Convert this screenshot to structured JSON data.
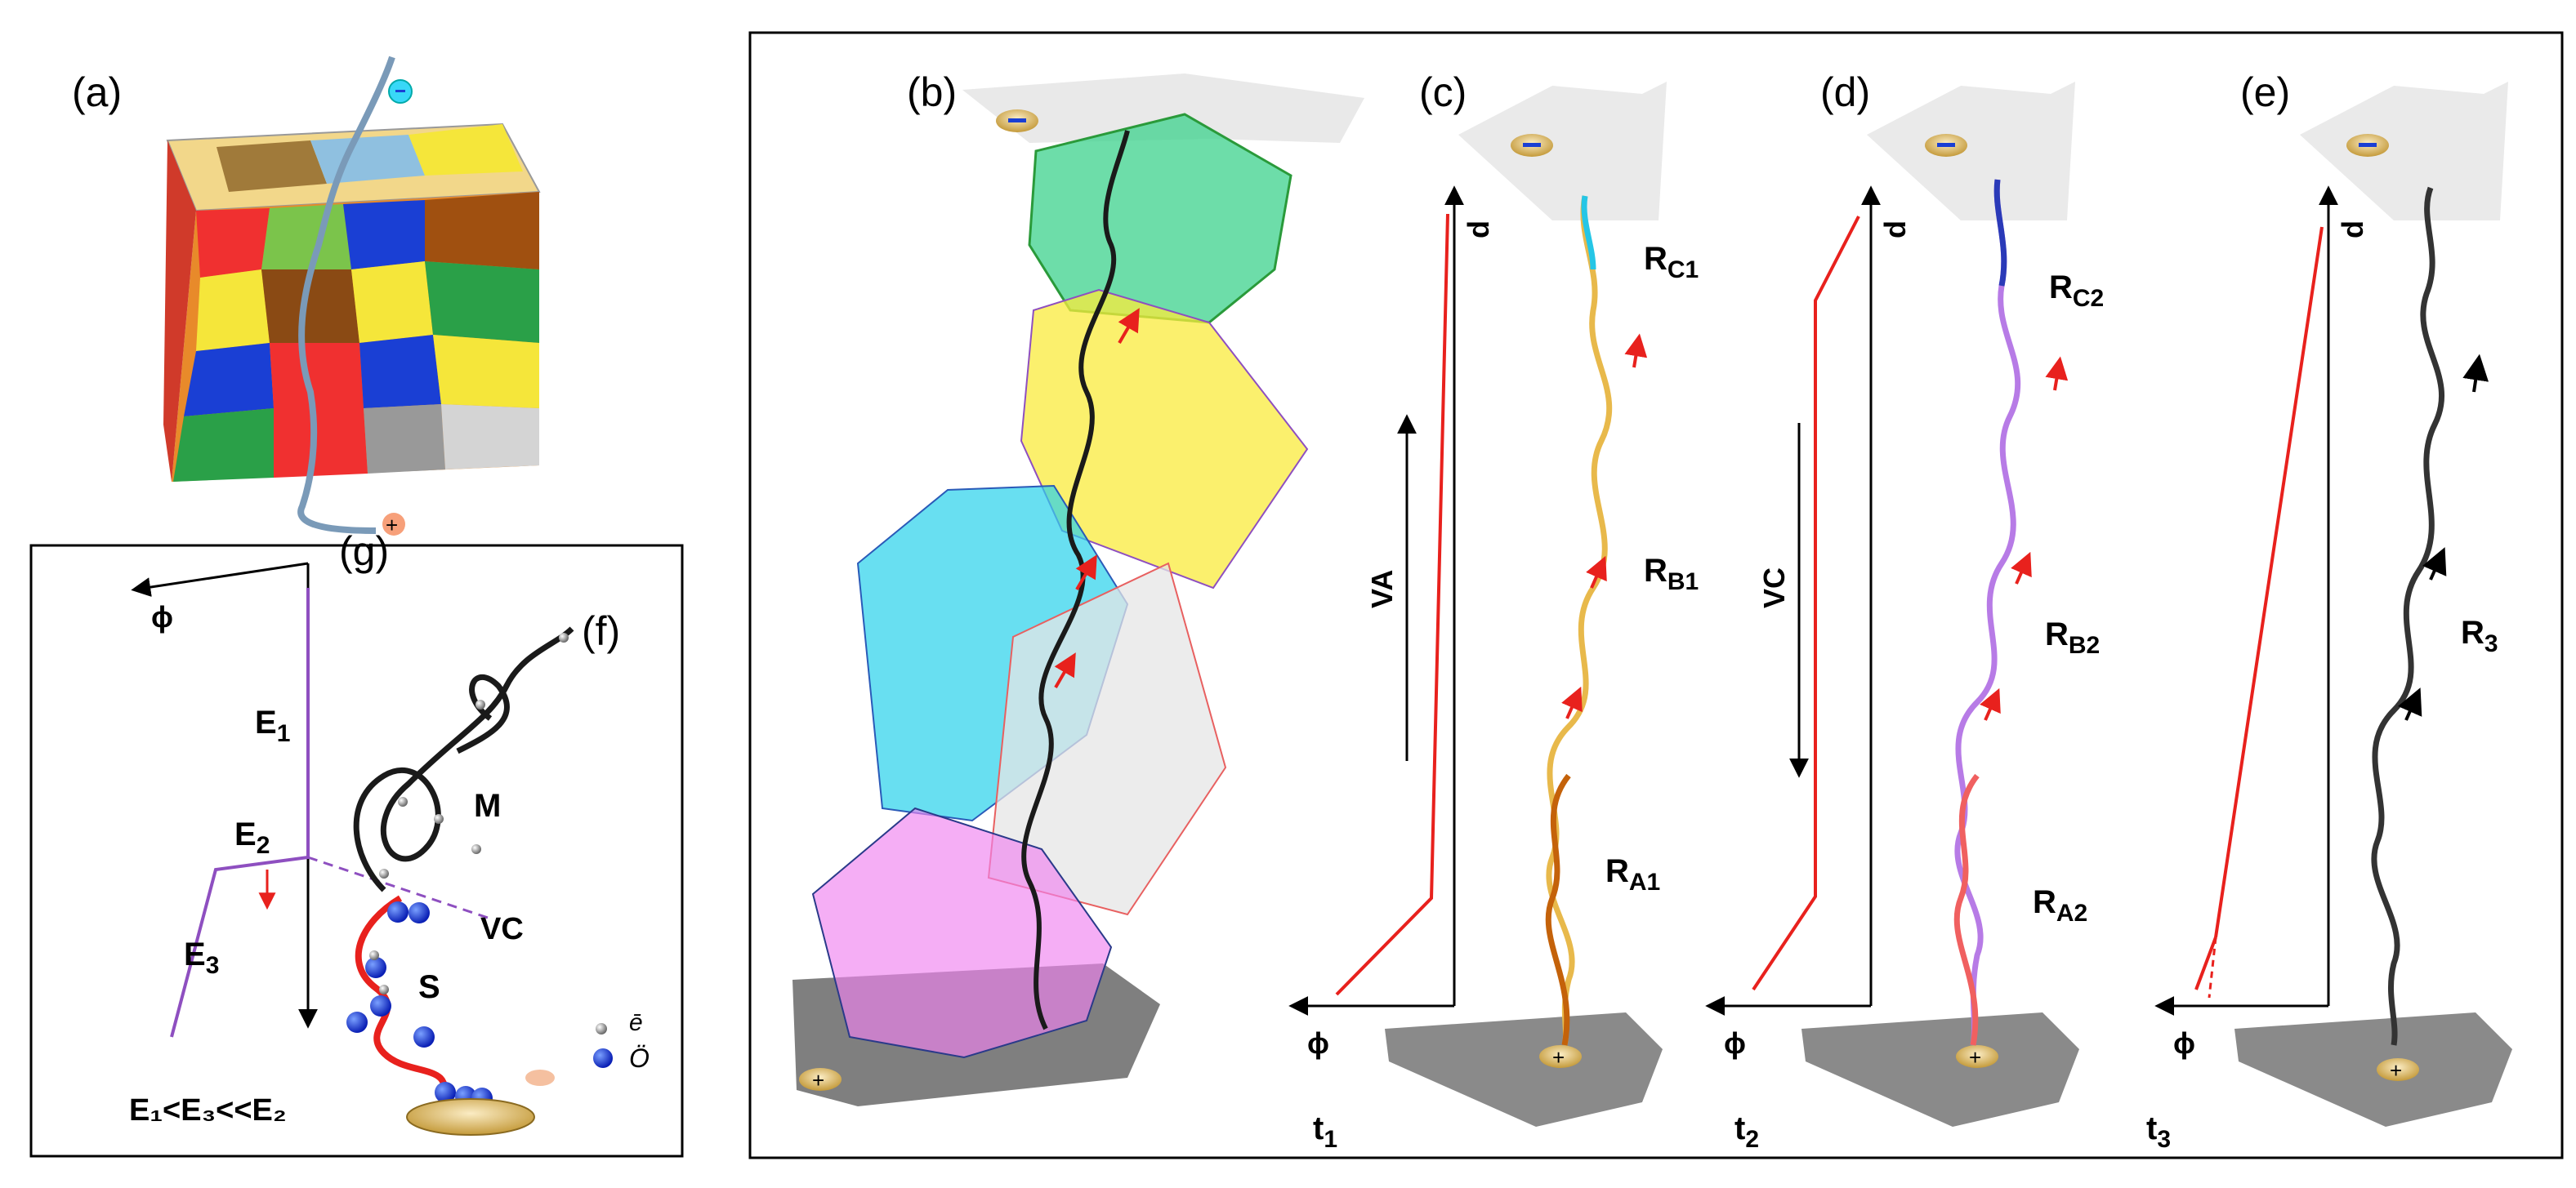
{
  "panels": {
    "a": "(a)",
    "b": "(b)",
    "c": "(c)",
    "d": "(d)",
    "e": "(e)",
    "f": "(f)",
    "g": "(g)"
  },
  "colors": {
    "ink": "#000000",
    "red": "#e8211d",
    "purple": "#8e4fc0",
    "stateA": "#e8b94b",
    "stateC": "#b77be6",
    "stateE": "#333333"
  },
  "panel_c": {
    "axis_d": "d",
    "axis_phi": "ɸ",
    "arrow": "VA",
    "time": "t",
    "time_sub": "1",
    "labels": [
      {
        "main": "R",
        "sub": "C1"
      },
      {
        "main": "R",
        "sub": "B1"
      },
      {
        "main": "R",
        "sub": "A1"
      }
    ]
  },
  "panel_d": {
    "axis_d": "d",
    "axis_phi": "ɸ",
    "arrow": "VC",
    "time": "t",
    "time_sub": "2",
    "labels": [
      {
        "main": "R",
        "sub": "C2"
      },
      {
        "main": "R",
        "sub": "B2"
      },
      {
        "main": "R",
        "sub": "A2"
      }
    ]
  },
  "panel_e": {
    "axis_d": "d",
    "axis_phi": "ɸ",
    "time": "t",
    "time_sub": "3",
    "labels": [
      {
        "main": "R",
        "sub": "3"
      }
    ]
  },
  "panel_g": {
    "axis_phi": "ɸ",
    "e1": {
      "main": "E",
      "sub": "1"
    },
    "e2": {
      "main": "E",
      "sub": "2"
    },
    "e3": {
      "main": "E",
      "sub": "3"
    },
    "inequality": "E₁<E₃<<E₂"
  },
  "panel_f": {
    "m": "M",
    "s": "S",
    "vc": "VC",
    "legend_electron": "ē",
    "legend_oxygen": "Ö"
  },
  "electrode_signs": {
    "negative": "−",
    "positive": "+"
  }
}
